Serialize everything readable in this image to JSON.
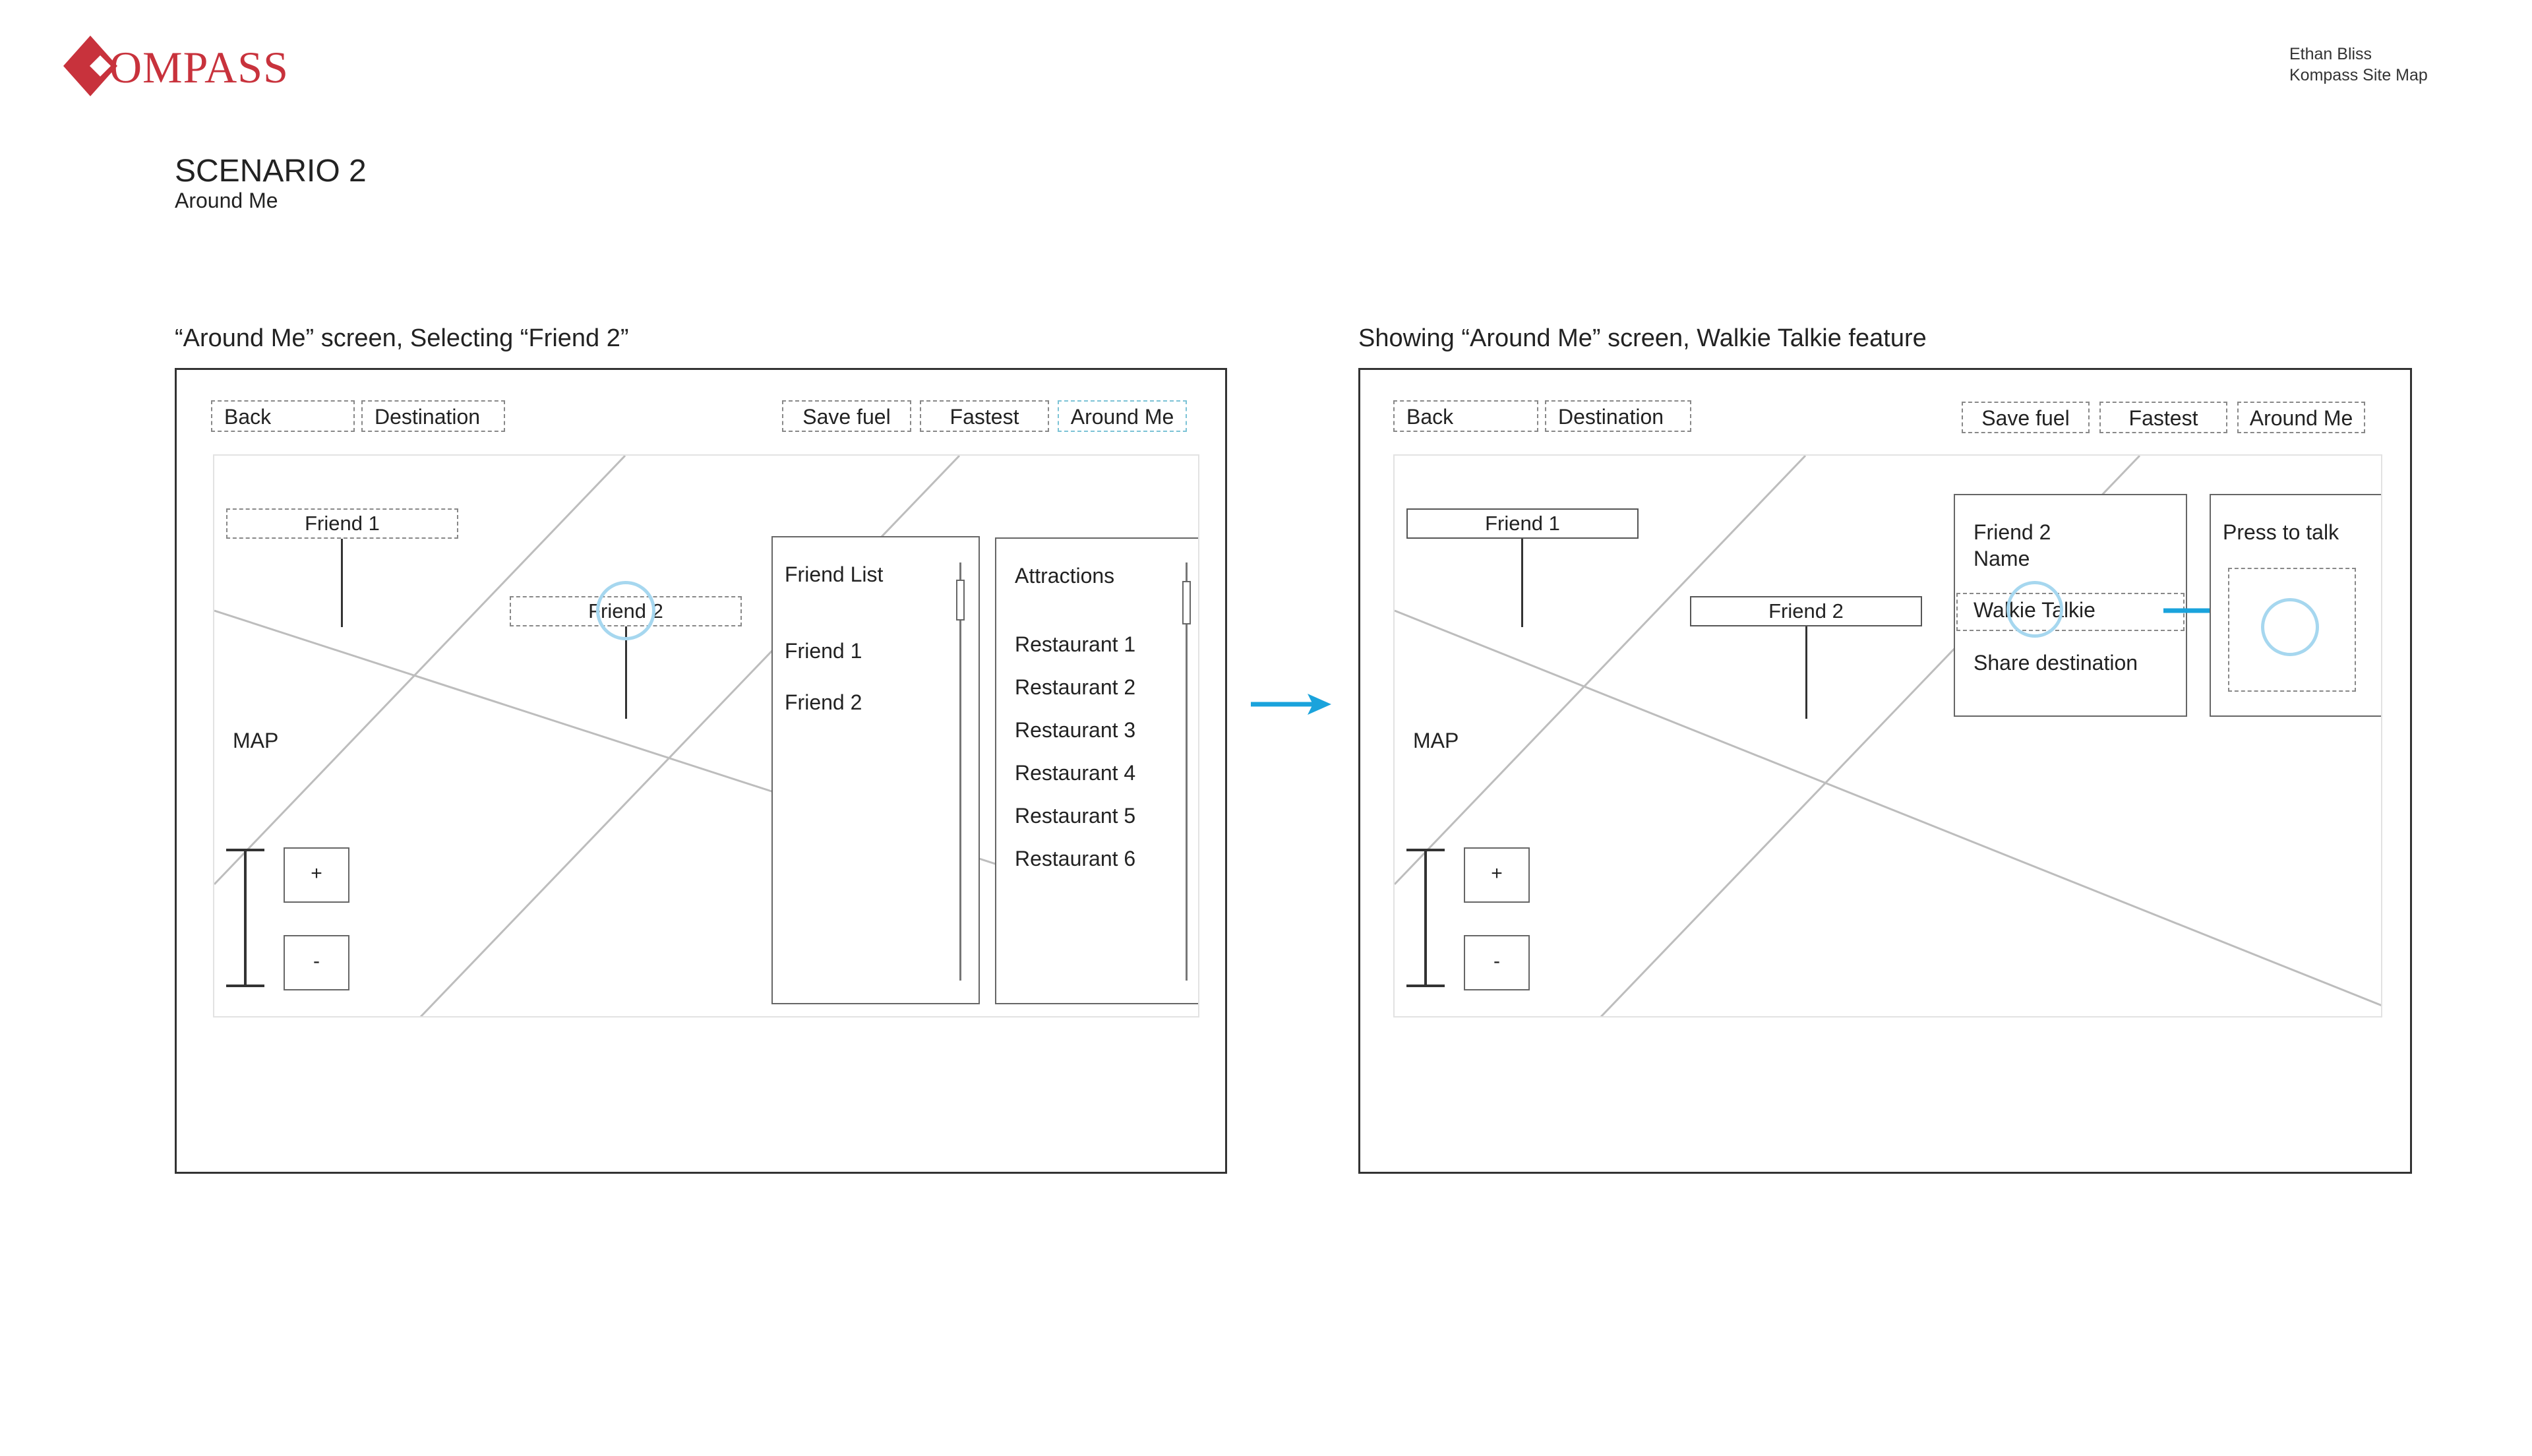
{
  "header": {
    "logo_text": "OMPASS",
    "brand_color": "#c8323c",
    "author": "Ethan Bliss",
    "document": "Kompass Site Map"
  },
  "scenario": {
    "title": "SCENARIO 2",
    "subtitle": "Around Me"
  },
  "arrow_color": "#1aa3dc",
  "screen1": {
    "caption": "“Around Me” screen, Selecting “Friend 2”",
    "nav": {
      "back": "Back",
      "destination": "Destination",
      "save_fuel": "Save fuel",
      "fastest": "Fastest",
      "around_me": "Around Me"
    },
    "map_label": "MAP",
    "friend1": "Friend 1",
    "friend2": "Friend 2",
    "zoom_in": "+",
    "zoom_out": "-",
    "friend_list": {
      "title": "Friend List",
      "items": [
        "Friend 1",
        "Friend 2"
      ]
    },
    "attractions": {
      "title": "Attractions",
      "items": [
        "Restaurant 1",
        "Restaurant 2",
        "Restaurant 3",
        "Restaurant 4",
        "Restaurant 5",
        "Restaurant 6"
      ]
    }
  },
  "screen2": {
    "caption": "Showing “Around Me” screen, Walkie Talkie feature",
    "nav": {
      "back": "Back",
      "destination": "Destination",
      "save_fuel": "Save fuel",
      "fastest": "Fastest",
      "around_me": "Around Me"
    },
    "map_label": "MAP",
    "friend1": "Friend 1",
    "friend2": "Friend 2",
    "zoom_in": "+",
    "zoom_out": "-",
    "friend_menu": {
      "name_line1": "Friend 2",
      "name_line2": "Name",
      "walkie_talkie": "Walkie Talkie",
      "share_destination": "Share destination"
    },
    "press_to_talk": "Press to talk"
  }
}
